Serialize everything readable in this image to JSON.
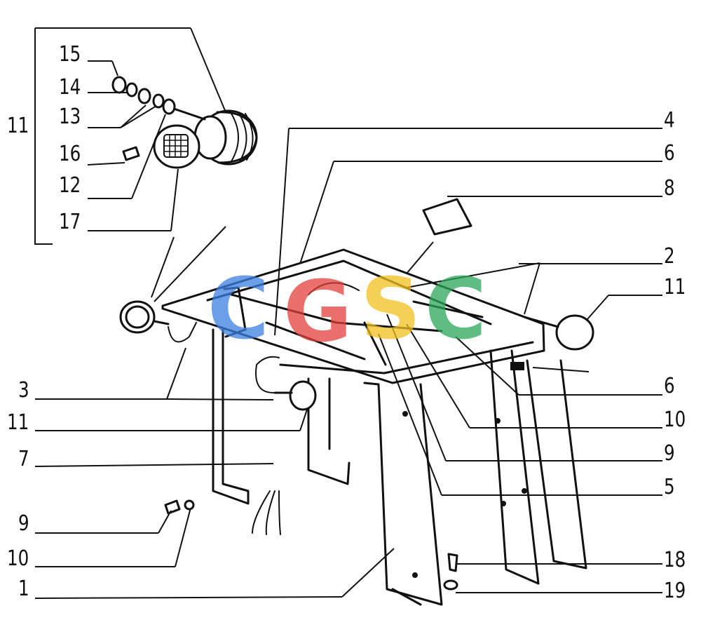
{
  "diagram": {
    "callouts": [
      {
        "id": "c15-left",
        "text": "15"
      },
      {
        "id": "c14-left",
        "text": "14"
      },
      {
        "id": "c13-left",
        "text": "13"
      },
      {
        "id": "c11-left",
        "text": "11"
      },
      {
        "id": "c16-left",
        "text": "16"
      },
      {
        "id": "c12-left",
        "text": "12"
      },
      {
        "id": "c17-left",
        "text": "17"
      },
      {
        "id": "c3-left",
        "text": "3"
      },
      {
        "id": "c11b-left",
        "text": "11"
      },
      {
        "id": "c7-left",
        "text": "7"
      },
      {
        "id": "c9-left",
        "text": "9"
      },
      {
        "id": "c10-left",
        "text": "10"
      },
      {
        "id": "c1-left",
        "text": "1"
      },
      {
        "id": "c4-right",
        "text": "4"
      },
      {
        "id": "c6-right",
        "text": "6"
      },
      {
        "id": "c8-right",
        "text": "8"
      },
      {
        "id": "c2-right",
        "text": "2"
      },
      {
        "id": "c11-right",
        "text": "11"
      },
      {
        "id": "c6b-right",
        "text": "6"
      },
      {
        "id": "c10-right",
        "text": "10"
      },
      {
        "id": "c9-right",
        "text": "9"
      },
      {
        "id": "c5-right",
        "text": "5"
      },
      {
        "id": "c18-right",
        "text": "18"
      },
      {
        "id": "c19-right",
        "text": "19"
      }
    ],
    "watermark": {
      "text": "CGSC",
      "colors": [
        "#3b7fe0",
        "#e2413b",
        "#f2c01e",
        "#2aa75a"
      ]
    },
    "ink_color": "#111111"
  }
}
